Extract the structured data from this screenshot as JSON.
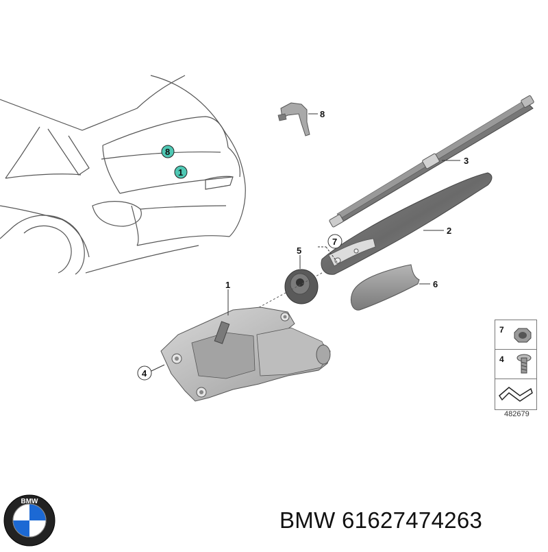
{
  "diagram": {
    "callouts": {
      "c1": "1",
      "c2": "2",
      "c3": "3",
      "c4": "4",
      "c5": "5",
      "c6": "6",
      "c7": "7",
      "c8": "8",
      "car_8": "8",
      "car_1": "1"
    },
    "legend": {
      "item_7": "7",
      "item_4": "4"
    },
    "diagram_id": "482679"
  },
  "footer": {
    "brand_part": "BMW 61627474263",
    "logo_letters": "BMW"
  },
  "colors": {
    "line": "#555555",
    "part_dark": "#6a6a6a",
    "part_mid": "#9a9a9a",
    "part_light": "#c8c8c8",
    "teal": "#4fc8b4"
  }
}
